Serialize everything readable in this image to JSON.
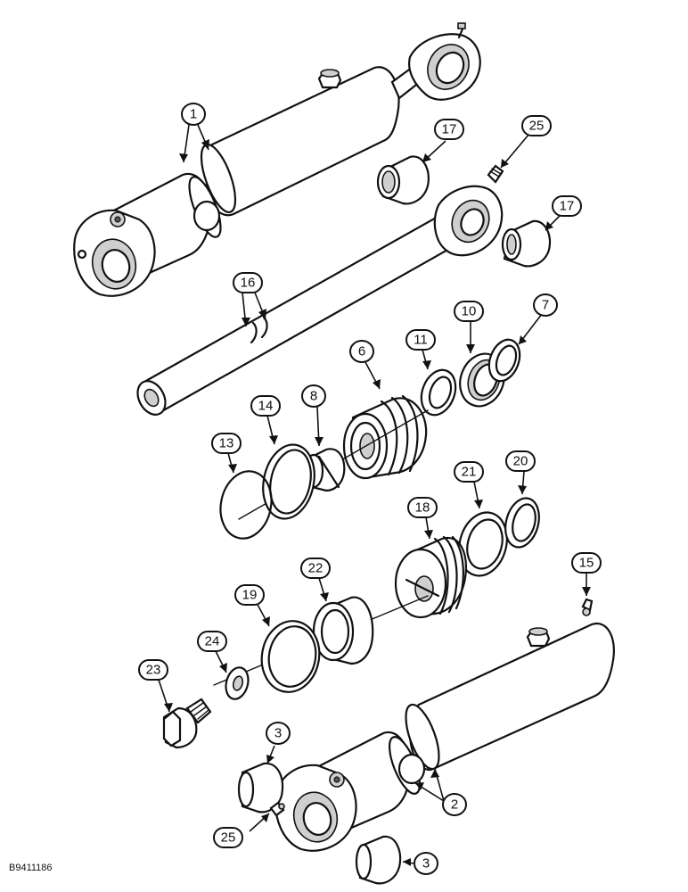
{
  "diagram": {
    "figure_code": "B9411186",
    "callouts": [
      {
        "id": "c1a",
        "label": "1"
      },
      {
        "id": "c1b",
        "label": "1"
      },
      {
        "id": "c17a",
        "label": "17"
      },
      {
        "id": "c25a",
        "label": "25"
      },
      {
        "id": "c17b",
        "label": "17"
      },
      {
        "id": "c16a",
        "label": "16"
      },
      {
        "id": "c16b",
        "label": "16"
      },
      {
        "id": "c10",
        "label": "10"
      },
      {
        "id": "c7",
        "label": "7"
      },
      {
        "id": "c11",
        "label": "11"
      },
      {
        "id": "c6",
        "label": "6"
      },
      {
        "id": "c14",
        "label": "14"
      },
      {
        "id": "c8",
        "label": "8"
      },
      {
        "id": "c13",
        "label": "13"
      },
      {
        "id": "c21",
        "label": "21"
      },
      {
        "id": "c20",
        "label": "20"
      },
      {
        "id": "c18",
        "label": "18"
      },
      {
        "id": "c22",
        "label": "22"
      },
      {
        "id": "c15",
        "label": "15"
      },
      {
        "id": "c19",
        "label": "19"
      },
      {
        "id": "c24",
        "label": "24"
      },
      {
        "id": "c23",
        "label": "23"
      },
      {
        "id": "c3a",
        "label": "3"
      },
      {
        "id": "c2",
        "label": "2"
      },
      {
        "id": "c25b",
        "label": "25"
      },
      {
        "id": "c3b",
        "label": "3"
      }
    ]
  }
}
